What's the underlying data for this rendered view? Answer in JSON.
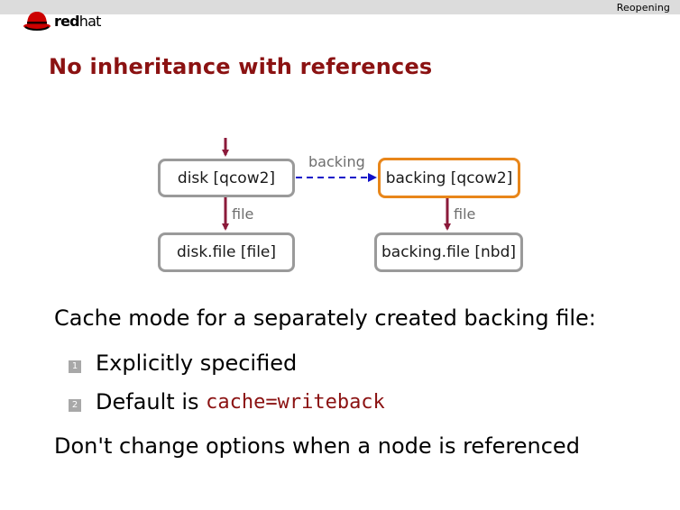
{
  "header": {
    "section_title": "Reopening",
    "logo": {
      "icon": "redhat-fedora-icon",
      "text_bold": "red",
      "text_light": "hat",
      "color": "#cc0000"
    }
  },
  "slide": {
    "title": "No inheritance with references",
    "title_color": "#8b1212"
  },
  "diagram": {
    "nodes": [
      {
        "id": "disk",
        "label": "disk [qcow2]",
        "highlight": false
      },
      {
        "id": "backing",
        "label": "backing [qcow2]",
        "highlight": true
      },
      {
        "id": "disk_file",
        "label": "disk.file [file]",
        "highlight": false
      },
      {
        "id": "backing_file",
        "label": "backing.file [nbd]",
        "highlight": false
      }
    ],
    "edges": [
      {
        "from": "external",
        "to": "disk",
        "label": "",
        "style": "solid",
        "color": "#8b1a3a"
      },
      {
        "from": "disk",
        "to": "backing",
        "label": "backing",
        "style": "dashed",
        "color": "#1010c8"
      },
      {
        "from": "disk",
        "to": "disk_file",
        "label": "file",
        "style": "solid",
        "color": "#8b1a3a"
      },
      {
        "from": "backing",
        "to": "backing_file",
        "label": "file",
        "style": "solid",
        "color": "#8b1a3a"
      }
    ],
    "colors": {
      "node_border": "#9a9a9a",
      "highlight_border": "#e8861a"
    }
  },
  "body": {
    "paragraph1": "Cache mode for a separately created backing file:",
    "list": [
      {
        "number": "1",
        "text": "Explicitly specified",
        "code": ""
      },
      {
        "number": "2",
        "text": "Default is ",
        "code": "cache=writeback"
      }
    ],
    "paragraph2": "Don't change options when a node is referenced"
  }
}
